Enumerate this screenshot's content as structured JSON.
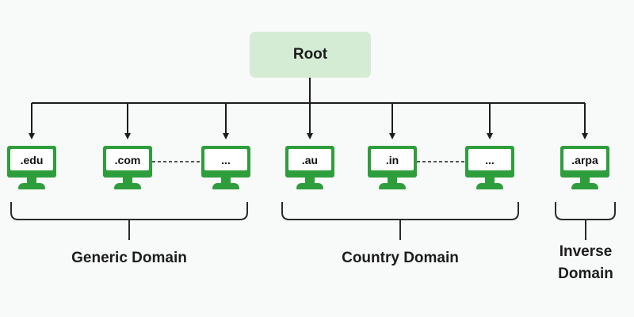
{
  "root": {
    "label": "Root"
  },
  "nodes": [
    {
      "id": "edu",
      "label": ".edu"
    },
    {
      "id": "com",
      "label": ".com"
    },
    {
      "id": "generic-more",
      "label": "..."
    },
    {
      "id": "au",
      "label": ".au"
    },
    {
      "id": "in",
      "label": ".in"
    },
    {
      "id": "country-more",
      "label": "..."
    },
    {
      "id": "arpa",
      "label": ".arpa"
    }
  ],
  "groups": {
    "generic": {
      "label": "Generic Domain"
    },
    "country": {
      "label": "Country Domain"
    },
    "inverse": {
      "line1": "Inverse",
      "line2": "Domain"
    }
  },
  "colors": {
    "monitor": "#2e9e3c",
    "root_fill": "#d5ecd4",
    "line": "#1c1c1c",
    "bracket": "#2a2a2a"
  }
}
